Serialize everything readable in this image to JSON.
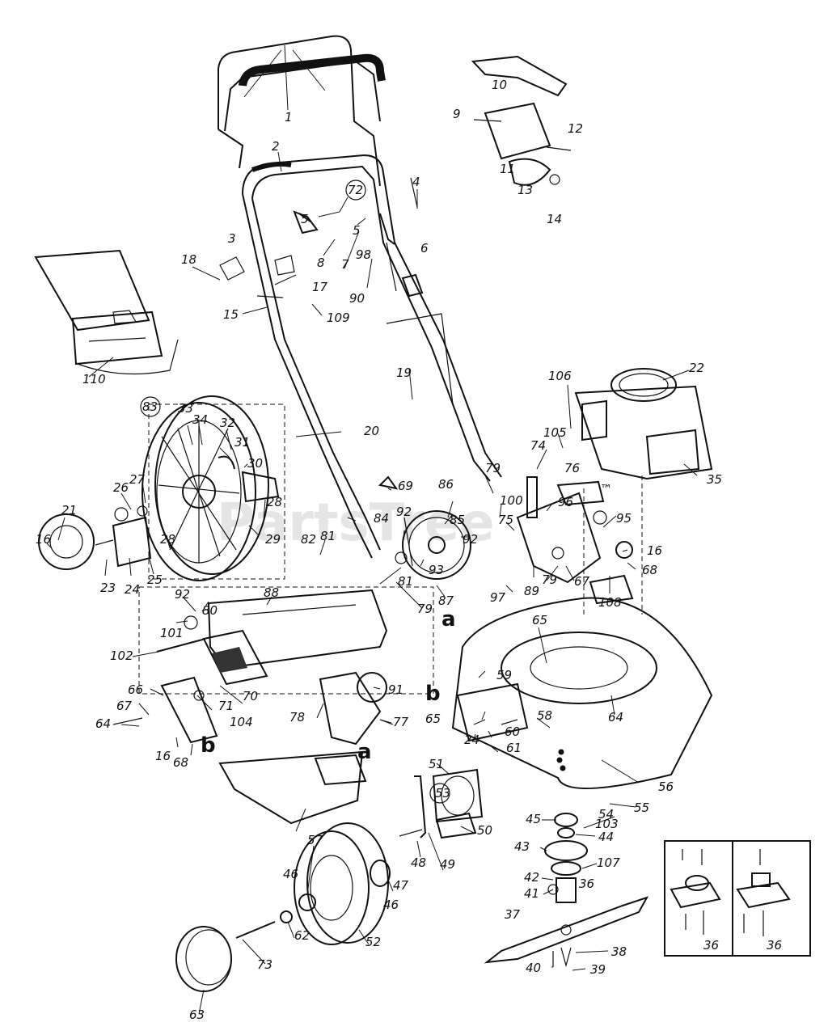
{
  "watermark": "PartsTree",
  "trademark": "™",
  "labels": {
    "p1": "1",
    "p2": "2",
    "p3": "3",
    "p4": "4",
    "p5a": "5",
    "p5b": "5",
    "p6": "6",
    "p7": "7",
    "p8": "8",
    "p9": "9",
    "p10": "10",
    "p11": "11",
    "p12": "12",
    "p13": "13",
    "p14": "14",
    "p15": "15",
    "p16a": "16",
    "p16b": "16",
    "p16c": "16",
    "p17": "17",
    "p18": "18",
    "p19": "19",
    "p20": "20",
    "p21": "21",
    "p22": "22",
    "p23": "23",
    "p24a": "24",
    "p24b": "24",
    "p25": "25",
    "p26": "26",
    "p27": "27",
    "p28a": "28",
    "p28b": "28",
    "p29": "29",
    "p30": "30",
    "p31": "31",
    "p32": "32",
    "p33": "33",
    "p34": "34",
    "p35": "35",
    "p36a": "36",
    "p36b": "36",
    "p36c": "36",
    "p37": "37",
    "p38": "38",
    "p39": "39",
    "p40": "40",
    "p41": "41",
    "p42": "42",
    "p43": "43",
    "p44": "44",
    "p45": "45",
    "p46a": "46",
    "p46b": "46",
    "p47": "47",
    "p48": "48",
    "p49": "49",
    "p50": "50",
    "p51": "51",
    "p52": "52",
    "p53": "53",
    "p54": "54",
    "p55": "55",
    "p56": "56",
    "p57": "57",
    "p58": "58",
    "p59": "59",
    "p60": "60",
    "p61": "61",
    "p62": "62",
    "p63": "63",
    "p64a": "64",
    "p64b": "64",
    "p65a": "65",
    "p65b": "65",
    "p66": "66",
    "p67a": "67",
    "p67b": "67",
    "p68a": "68",
    "p68b": "68",
    "p69": "69",
    "p70": "70",
    "p71": "71",
    "p72": "72",
    "p73": "73",
    "p74": "74",
    "p75": "75",
    "p76": "76",
    "p77": "77",
    "p78": "78",
    "p79a": "79",
    "p79b": "79",
    "p79c": "79",
    "p80": "80",
    "p81a": "81",
    "p81b": "81",
    "p82": "82",
    "p83": "83",
    "p84": "84",
    "p85": "85",
    "p86": "86",
    "p87": "87",
    "p88": "88",
    "p89": "89",
    "p90": "90",
    "p91": "91",
    "p92a": "92",
    "p92b": "92",
    "p92c": "92",
    "p93": "93",
    "p95": "95",
    "p96": "96",
    "p97": "97",
    "p98": "98",
    "p100": "100",
    "p101": "101",
    "p102": "102",
    "p103": "103",
    "p104": "104",
    "p105": "105",
    "p106": "106",
    "p107": "107",
    "p108": "108",
    "p109": "109",
    "p110": "110",
    "a1": "a",
    "a2": "a",
    "b1": "b",
    "b2": "b"
  }
}
